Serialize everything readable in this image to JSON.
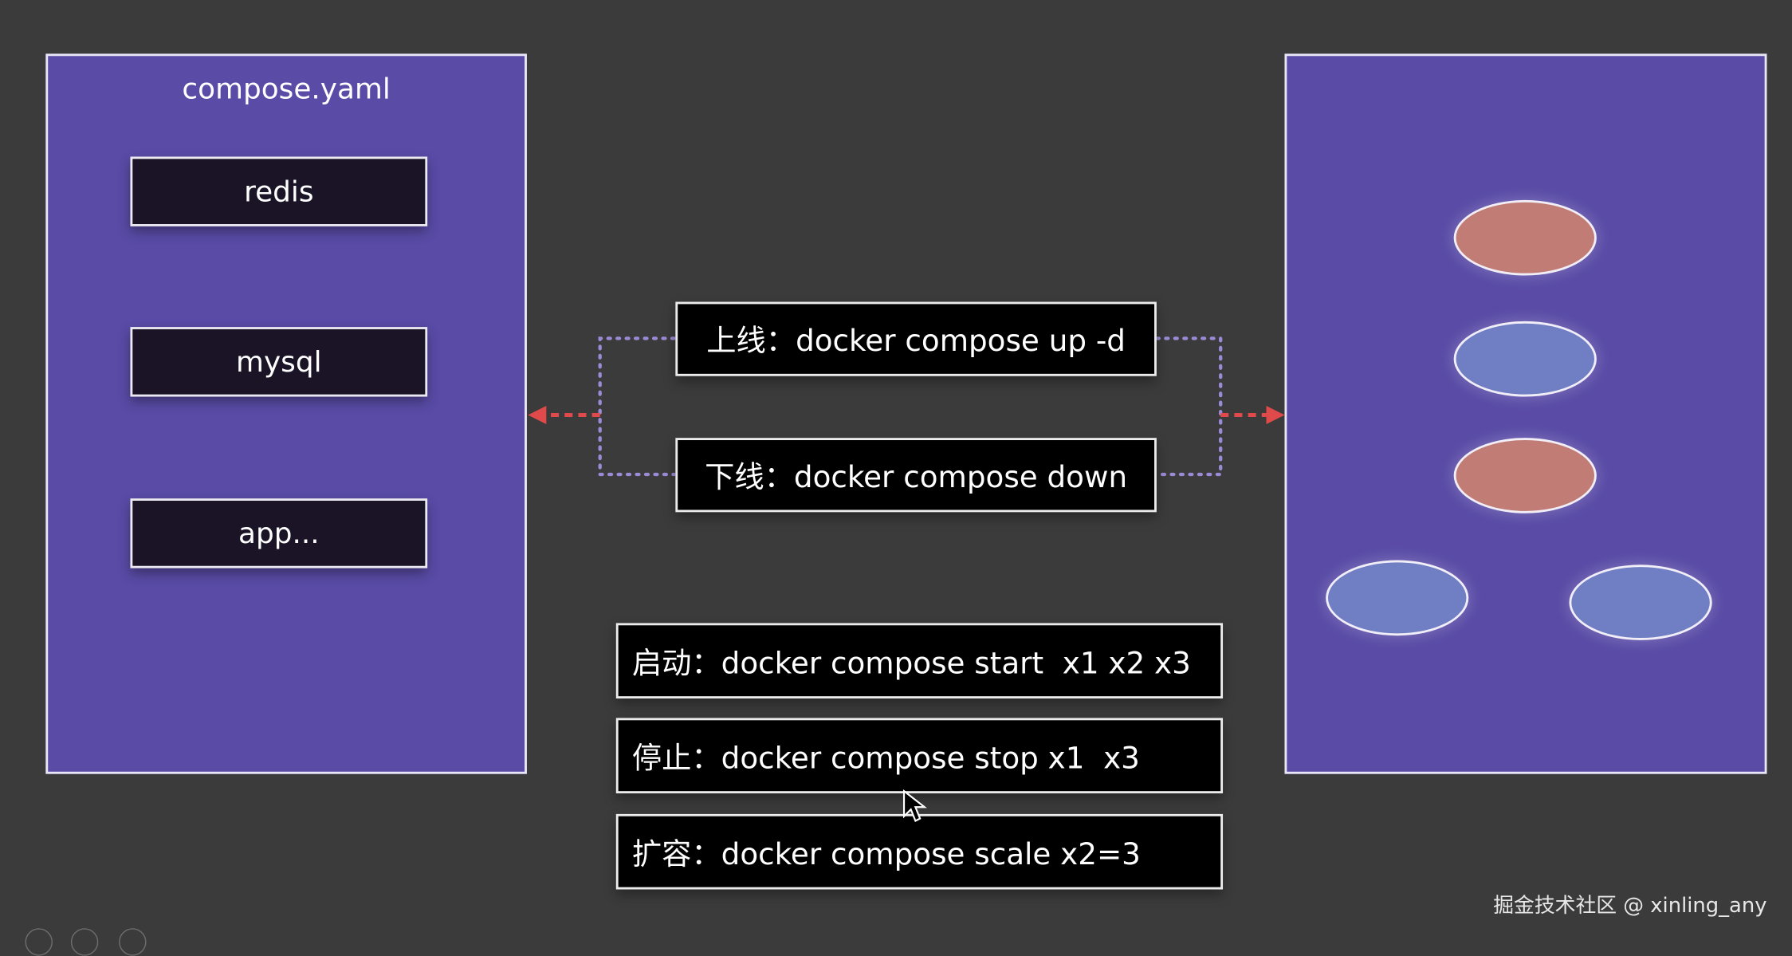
{
  "left_panel": {
    "title": "compose.yaml",
    "services": [
      "redis",
      "mysql",
      "app..."
    ]
  },
  "middle_commands": {
    "up": "上线：docker compose up -d",
    "down": "下线：docker compose down"
  },
  "lower_commands": {
    "start": "启动：docker compose start  x1 x2 x3",
    "stop": "停止：docker compose stop x1  x3",
    "scale": "扩容：docker compose scale x2=3"
  },
  "right_panel": {
    "containers": [
      {
        "color": "#c17c76"
      },
      {
        "color": "#707ec4"
      },
      {
        "color": "#c17c76"
      },
      {
        "color": "#707ec4"
      },
      {
        "color": "#707ec4"
      }
    ]
  },
  "colors": {
    "background": "#3b3b3b",
    "panel": "#594ba6",
    "arrow_red": "#e04a4a",
    "dotted_line": "#9b8bd6",
    "container_red": "#c17c76",
    "container_blue": "#707ec4"
  },
  "watermark": "掘金技术社区 @ xinling_any"
}
